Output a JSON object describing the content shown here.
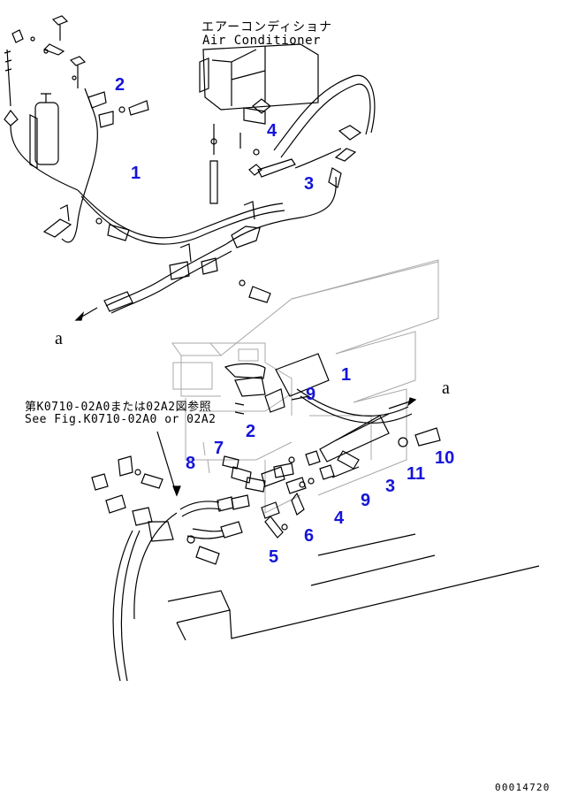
{
  "header": {
    "jp": "エアーコンディショナ",
    "en": "Air Conditioner"
  },
  "reference": {
    "jp": "第K0710-02A0または02A2図参照",
    "en": "See Fig.K0710-02A0 or 02A2"
  },
  "connector_mark": "a",
  "top_callouts": [
    "2",
    "1",
    "4",
    "3"
  ],
  "bottom_callouts": [
    "1",
    "9",
    "2",
    "7",
    "8",
    "3",
    "9",
    "11",
    "10",
    "4",
    "6",
    "5"
  ],
  "drawing_code": "00014720",
  "colors": {
    "callout": "#1515d8",
    "line": "#000000",
    "ghost": "#9a9a9a"
  }
}
